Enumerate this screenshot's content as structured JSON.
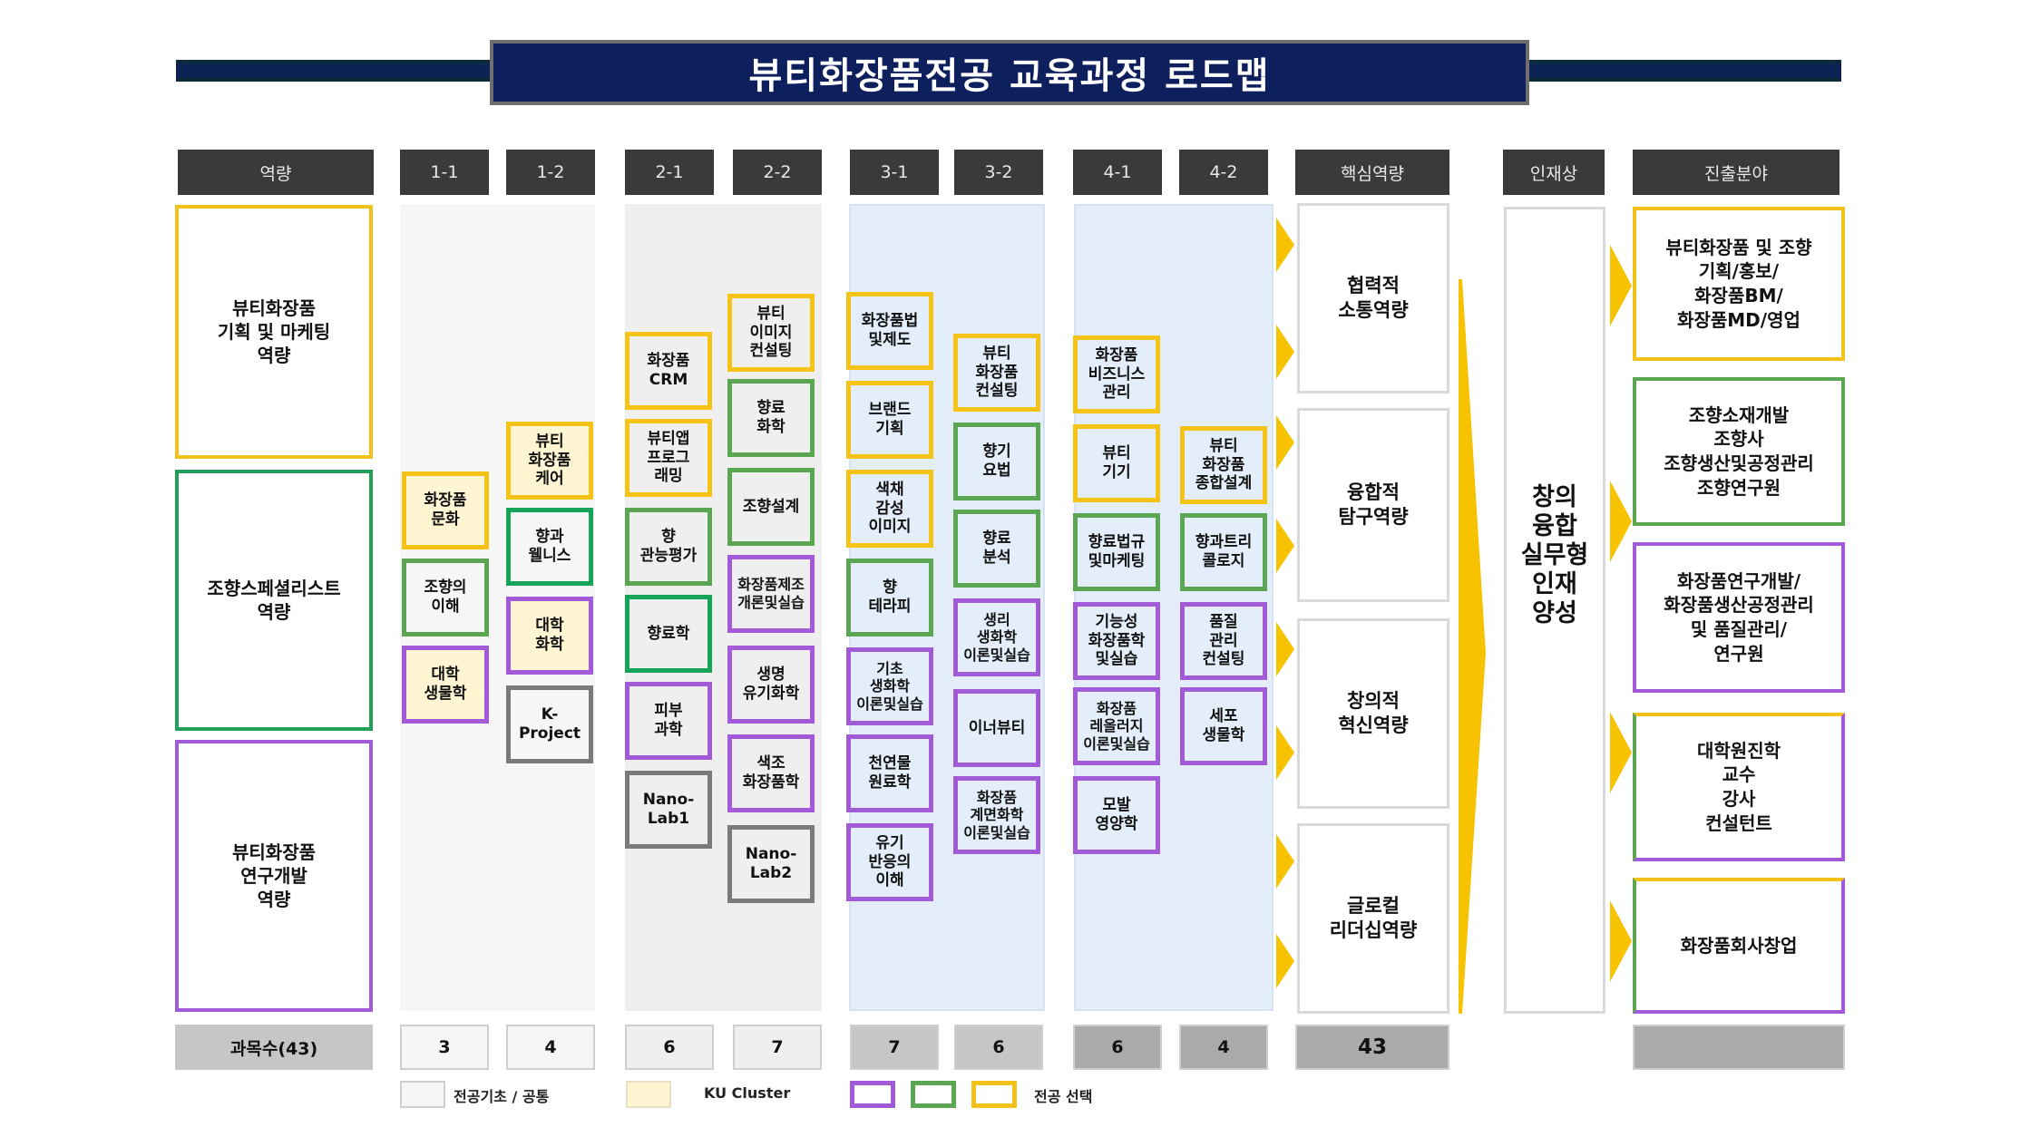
{
  "title": "뷰티화장품전공 교육과정 로드맵",
  "headers": {
    "competency": "역량",
    "semesters": [
      "1-1",
      "1-2",
      "2-1",
      "2-2",
      "3-1",
      "3-2",
      "4-1",
      "4-2"
    ],
    "core": "핵심역량",
    "talent": "인재상",
    "career": "진출분야"
  },
  "competencies": [
    {
      "label": "뷰티화장품\n기획 및 마케팅\n역량",
      "color": "#f2c21a"
    },
    {
      "label": "조향스페셜리스트\n역량",
      "color": "#22a05a"
    },
    {
      "label": "뷰티화장품\n연구개발\n역량",
      "color": "#a25ad9"
    }
  ],
  "courses": {
    "s1_1": [
      {
        "label": "화장품\n문화",
        "track": "yellow",
        "fill": "ku"
      },
      {
        "label": "조향의\n이해",
        "track": "green",
        "fill": "plain"
      },
      {
        "label": "대학\n생물학",
        "track": "purple",
        "fill": "ku"
      }
    ],
    "s1_2": [
      {
        "label": "뷰티\n화장품\n케어",
        "track": "yellow",
        "fill": "ku"
      },
      {
        "label": "향과\n웰니스",
        "track": "green",
        "fill": "plain"
      },
      {
        "label": "대학\n화학",
        "track": "purple",
        "fill": "ku"
      },
      {
        "label": "K-\nProject",
        "track": "gray",
        "fill": "plain"
      }
    ],
    "s2_1": [
      {
        "label": "화장품\nCRM",
        "track": "yellow"
      },
      {
        "label": "뷰티앱\n프로그\n래밍",
        "track": "yellow"
      },
      {
        "label": "향\n관능평가",
        "track": "green"
      },
      {
        "label": "향료학",
        "track": "green"
      },
      {
        "label": "피부\n과학",
        "track": "purple"
      },
      {
        "label": "Nano-\nLab1",
        "track": "gray"
      }
    ],
    "s2_2": [
      {
        "label": "뷰티\n이미지\n컨설팅",
        "track": "yellow"
      },
      {
        "label": "향료\n화학",
        "track": "green"
      },
      {
        "label": "조향설계",
        "track": "green"
      },
      {
        "label": "화장품제조\n개론및실습",
        "track": "purple"
      },
      {
        "label": "생명\n유기화학",
        "track": "purple"
      },
      {
        "label": "색조\n화장품학",
        "track": "purple"
      },
      {
        "label": "Nano-\nLab2",
        "track": "gray"
      }
    ],
    "s3_1": [
      {
        "label": "화장품법\n및제도",
        "track": "yellow"
      },
      {
        "label": "브랜드\n기획",
        "track": "yellow"
      },
      {
        "label": "색채\n감성\n이미지",
        "track": "yellow"
      },
      {
        "label": "향\n테라피",
        "track": "green"
      },
      {
        "label": "기초\n생화학\n이론및실습",
        "track": "purple"
      },
      {
        "label": "천연물\n원료학",
        "track": "purple"
      },
      {
        "label": "유기\n반응의\n이해",
        "track": "purple"
      }
    ],
    "s3_2": [
      {
        "label": "뷰티\n화장품\n컨설팅",
        "track": "yellow"
      },
      {
        "label": "향기\n요법",
        "track": "green"
      },
      {
        "label": "향료\n분석",
        "track": "green"
      },
      {
        "label": "생리\n생화학\n이론및실습",
        "track": "purple"
      },
      {
        "label": "이너뷰티",
        "track": "purple"
      },
      {
        "label": "화장품\n계면화학\n이론및실습",
        "track": "purple"
      }
    ],
    "s4_1": [
      {
        "label": "화장품\n비즈니스\n관리",
        "track": "yellow"
      },
      {
        "label": "뷰티\n기기",
        "track": "yellow"
      },
      {
        "label": "향료법규\n및마케팅",
        "track": "green"
      },
      {
        "label": "기능성\n화장품학\n및실습",
        "track": "purple"
      },
      {
        "label": "화장품\n레올러지\n이론및실습",
        "track": "purple"
      },
      {
        "label": "모발\n영양학",
        "track": "purple"
      }
    ],
    "s4_2": [
      {
        "label": "뷰티\n화장품\n종합설계",
        "track": "yellow"
      },
      {
        "label": "향과트리\n콜로지",
        "track": "green"
      },
      {
        "label": "품질\n관리\n컨설팅",
        "track": "purple"
      },
      {
        "label": "세포\n생물학",
        "track": "purple"
      }
    ]
  },
  "core_competencies": [
    "협력적\n소통역량",
    "융합적\n탐구역량",
    "창의적\n혁신역량",
    "글로컬\n리더십역량"
  ],
  "talent": "창의\n융합\n실무형\n인재\n양성",
  "careers": [
    {
      "label": "뷰티화장품 및 조향\n기획/홍보/\n화장품BM/\n화장품MD/영업",
      "color": "#f2c21a"
    },
    {
      "label": "조향소재개발\n조향사\n조향생산및공정관리\n조향연구원",
      "color": "#5aa653"
    },
    {
      "label": "화장품연구개발/\n화장품생산공정관리\n및 품질관리/\n연구원",
      "color": "#a25ad9"
    },
    {
      "label": "대학원진학\n교수\n강사\n컨설턴트",
      "color": "mixed"
    },
    {
      "label": "화장품회사창업",
      "color": "mixed"
    }
  ],
  "counts": {
    "label": "과목수(43)",
    "values": [
      "3",
      "4",
      "6",
      "7",
      "7",
      "6",
      "6",
      "4"
    ],
    "total": "43",
    "career_blank": ""
  },
  "legend": {
    "common": "전공기초 / 공통",
    "ku_cluster": "KU Cluster",
    "major_elective": "전공 선택"
  },
  "colors": {
    "title_bg": "#0d1f5c",
    "header_bg": "#3a3a3a",
    "yellow_track": "#f2c21a",
    "green_track": "#5aa653",
    "purple_track": "#a25ad9",
    "arrow": "#f7c200",
    "ku_fill": "#fff5d2"
  }
}
